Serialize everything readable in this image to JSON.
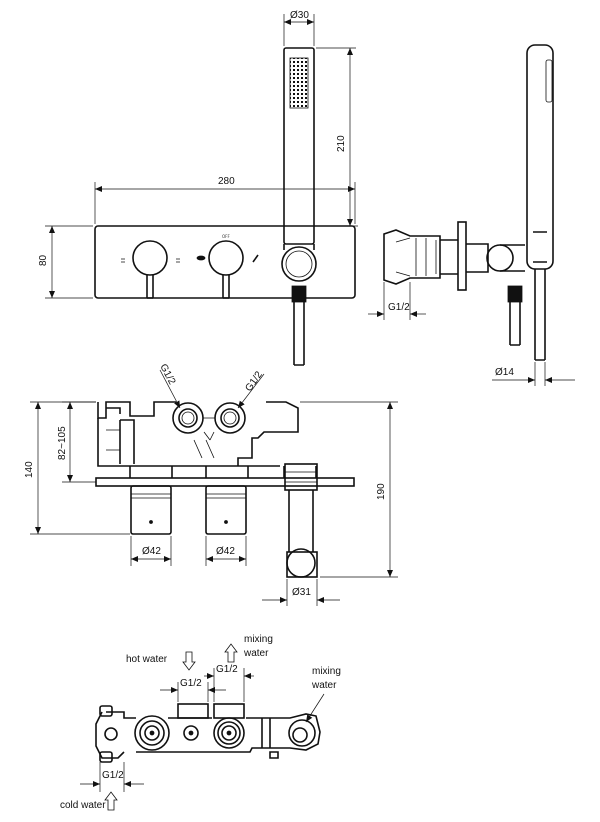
{
  "front_view": {
    "dims": {
      "handset_diameter": "Ø30",
      "handset_length": "210",
      "plate_width": "280",
      "plate_height": "80"
    },
    "plate_marks": {
      "off": "OFF"
    }
  },
  "side_view": {
    "dims": {
      "connection": "G1/2",
      "hose_diameter": "Ø14"
    }
  },
  "section_view": {
    "dims": {
      "inlet_left": "G1/2",
      "inlet_right": "G1/2",
      "depth_range": "82~105",
      "body_depth": "140",
      "total_depth": "190",
      "knob_left_diameter": "Ø42",
      "knob_right_diameter": "Ø42",
      "outlet_diameter": "Ø31"
    }
  },
  "plan_view": {
    "labels": {
      "hot_water": "hot water",
      "mixing_water_line1": "mixing",
      "mixing_water_line2": "water",
      "mixing_water2_line1": "mixing",
      "mixing_water2_line2": "water",
      "cold_water": "cold water"
    },
    "dims": {
      "hot_connection": "G1/2",
      "mixing_connection": "G1/2",
      "cold_connection": "G1/2"
    }
  }
}
